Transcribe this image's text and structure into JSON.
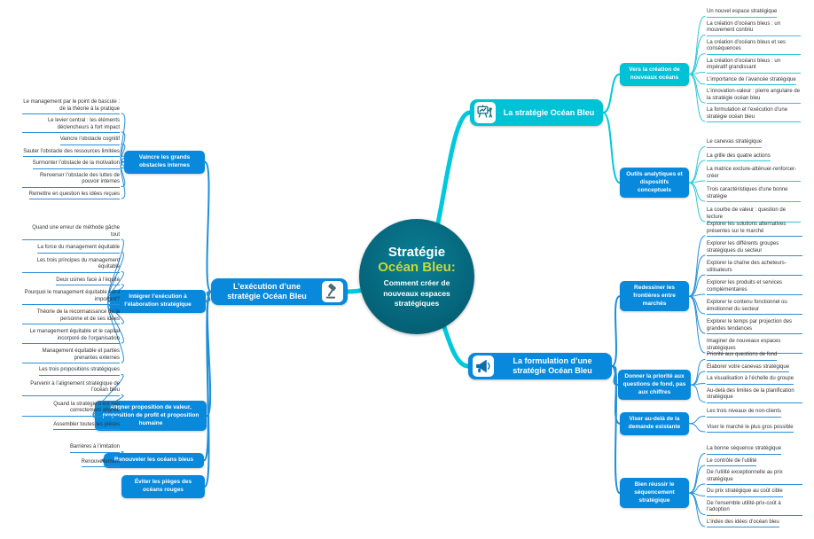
{
  "colors": {
    "center_circle": "#045f74",
    "accent_cyan": "#00c2d6",
    "accent_blue": "#0889dc",
    "title_yellow": "#c6d934",
    "connector_cyan": "#00c9db",
    "connector_blue": "#1f8fd6"
  },
  "center": {
    "title_line1": "Stratégie",
    "title_line2": "Océan Bleu:",
    "subtitle": "Comment créer de nouveaux espaces stratégiques"
  },
  "branches": {
    "strategie": {
      "label": "La stratégie Océan Bleu",
      "icon": "presentation-icon"
    },
    "formulation": {
      "label": "La formulation d’une stratégie Océan Bleu",
      "icon": "megaphone-icon"
    },
    "execution": {
      "label": "L’exécution d’une stratégie Océan Bleu",
      "icon": "gavel-icon"
    }
  },
  "subtopics": {
    "creation": {
      "label": "Vers la création de nouveaux océans",
      "leaves": [
        "Un nouvel espace stratégique",
        "La création d’océans bleus : un mouvement continu",
        "La création d’océans bleus et ses conséquences",
        "La création d’océans bleus : un impératif grandissant",
        "L’importance de l’avancée stratégique",
        "L’innovation-valeur : pierre angulaire de la stratégie océan bleu",
        "La formulation et l’exécution d’une stratégie océan bleu"
      ]
    },
    "outils": {
      "label": "Outils analytiques et dispositifs conceptuels",
      "leaves": [
        "Le canevas stratégique",
        "La grille des quatre actions",
        "La matrice exclure-atténuer-renforcer-créer",
        "Trois caractéristiques d’une bonne stratégie",
        "La courbe de valeur : question de lecture"
      ]
    },
    "redessiner": {
      "label": "Redessiner les frontières entre marchés",
      "leaves": [
        "Explorer les solutions alternatives présentes sur le marché",
        "Explorer les différents groupes stratégiques du secteur",
        "Explorer la chaîne des acheteurs-utilisateurs",
        "Explorer les produits et services complémentaires",
        "Explorer le contenu fonctionnel ou émotionnel du secteur",
        "Explorer le temps par projection des grandes tendances",
        "Imaginer de nouveaux espaces stratégiques"
      ]
    },
    "donner": {
      "label": "Donner la priorité aux questions de fond, pas aux chiffres",
      "leaves": [
        "Priorité aux questions de fond",
        "Élaborer votre canevas stratégique",
        "La visualisation à l’échelle du groupe",
        "Au-delà des limites de la planification stratégique"
      ]
    },
    "viser": {
      "label": "Viser au-delà de la demande existante",
      "leaves": [
        "Les trois niveaux de non-clients",
        "Viser le marché le plus gros possible"
      ]
    },
    "bien": {
      "label": "Bien réussir le séquencement stratégique",
      "leaves": [
        "La bonne séquence stratégique",
        "Le contrôle de l’utilité",
        "De l’utilité exceptionnelle au prix stratégique",
        "Du prix stratégique au coût cible",
        "De l’ensemble utilité-prix-coût à l’adoption",
        "L’index des idées d’océan bleu"
      ]
    },
    "vaincre": {
      "label": "Vaincre les grands obstacles internes",
      "leaves": [
        "Le management par le point de bascule : de la théorie à la pratique",
        "Le levier central : les éléments déclencheurs à fort impact",
        "Vaincre l’obstacle cognitif",
        "Sauter l’obstacle des ressources limitées",
        "Surmonter l’obstacle de la motivation",
        "Renverser l’obstacle des luttes de pouvoir internes",
        "Remettre en question les idées reçues"
      ]
    },
    "integrer": {
      "label": "Intégrer l’exécution à l’élaboration stratégique",
      "leaves": [
        "Quand une erreur de méthode gâche tout",
        "La force du management équitable",
        "Les trois principes du management équitable",
        "Deux usines face à l’équité",
        "Pourquoi le management équitable est-il important?",
        "Théorie de la reconnaissance de la personne et de ses idées",
        "Le management équitable et le capital incorporé de l’organisation",
        "Management équitable et parties prenantes externes"
      ]
    },
    "aligner": {
      "label": "Aligner proposition de valeur, proposition de profit et proposition humaine",
      "leaves": [
        "Les trois propositions stratégiques",
        "Parvenir à l’alignement stratégique de l’océan bleu",
        "Quand la stratégie n’est pas correctement alignée",
        "Assembler toutes les pièces"
      ]
    },
    "renouveler": {
      "label": "Renouveler les océans bleus",
      "leaves": [
        "Barrières à l’imitation",
        "Renouvellement"
      ]
    },
    "eviter": {
      "label": "Éviter les pièges des océans rouges",
      "leaves": []
    }
  }
}
